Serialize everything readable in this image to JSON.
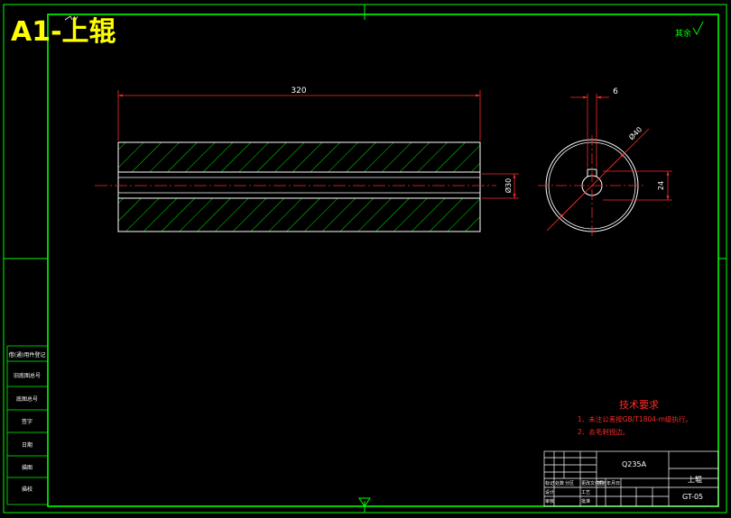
{
  "sheet": {
    "title": "A1-上辊",
    "surface_note": "其余",
    "colors": {
      "frame": "#00ff00",
      "outline": "#ffffff",
      "hatch": "#00ff00",
      "dimension": "#ff2a2a",
      "title": "#ffff00",
      "notes": "#ff2a2a"
    }
  },
  "dimensions": {
    "length": "320",
    "diameter": "Ø30",
    "keyway_width": "6",
    "outer_circle": "Ø40",
    "key_depth": "24"
  },
  "tech_requirements": {
    "title": "技术要求",
    "lines": [
      "1、未注公差按GB/T1804-m级执行。",
      "2、去毛刺锐边。"
    ]
  },
  "side_panel": {
    "labels": [
      "借(通)用件登记",
      "旧底图总号",
      "底图总号",
      "签字",
      "日期",
      "描图",
      "描校"
    ]
  },
  "title_block": {
    "material": "Q235A",
    "part_name": "上辊",
    "drawing_number": "GT-05",
    "small_labels": [
      "标记",
      "处数",
      "分区",
      "更改文件号",
      "签名",
      "年月日",
      "设计",
      "审核",
      "工艺",
      "批准"
    ]
  }
}
